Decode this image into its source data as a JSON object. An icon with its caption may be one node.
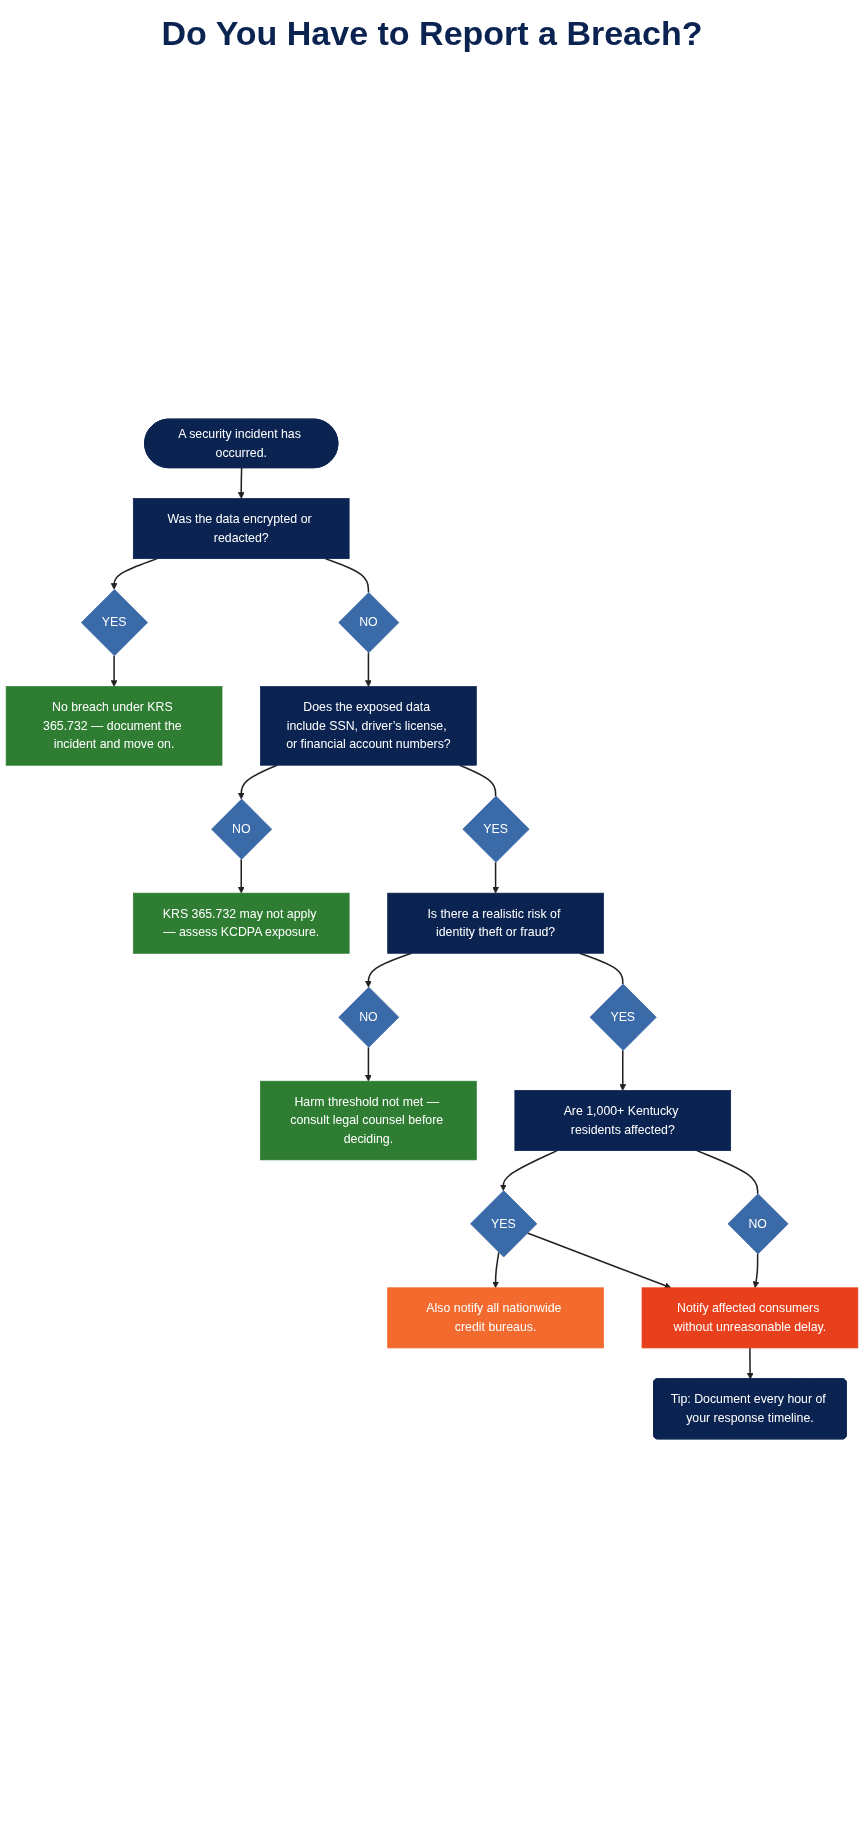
{
  "diagram": {
    "title": "Do You Have to Report a Breach?",
    "nodes": [
      {
        "text": [
          "A security incident has occurred."
        ]
      },
      {
        "text": [
          "Was the data encrypted or redacted?"
        ]
      },
      {
        "text": [
          "YES"
        ]
      },
      {
        "text": [
          "No breach under KRS 365.732 — document the incident and move on."
        ]
      },
      {
        "text": [
          "NO"
        ]
      },
      {
        "text": [
          "Does the exposed data include SSN, driver’s license, or financial account numbers?"
        ]
      },
      {
        "text": [
          "NO"
        ]
      },
      {
        "text": [
          "KRS 365.732 may not apply — assess KCDPA exposure."
        ]
      },
      {
        "text": [
          "YES"
        ]
      },
      {
        "text": [
          "Is there a realistic risk of identity theft or fraud?"
        ]
      },
      {
        "text": [
          "NO"
        ]
      },
      {
        "text": [
          "Harm threshold not met — consult legal counsel before deciding."
        ]
      },
      {
        "text": [
          "YES"
        ]
      },
      {
        "text": [
          "Are 1,000+ Kentucky residents affected?"
        ]
      },
      {
        "text": [
          "YES"
        ]
      },
      {
        "text": [
          "Also notify all nationwide credit bureaus."
        ]
      },
      {
        "text": [
          "NO"
        ]
      },
      {
        "text": [
          "Notify affected consumers without unreasonable delay."
        ]
      },
      {
        "text": [
          "Tip: Document every hour of your response timeline."
        ]
      }
    ],
    "edges": [
      {
        "from": 0,
        "to": 1,
        "arrow": "to"
      },
      {
        "from": 1,
        "to": 2,
        "arrow": "to"
      },
      {
        "from": 2,
        "to": 3,
        "arrow": "to"
      },
      {
        "from": 1,
        "to": 4,
        "arrow": "none"
      },
      {
        "from": 4,
        "to": 5,
        "arrow": "to"
      },
      {
        "from": 5,
        "to": 6,
        "arrow": "to"
      },
      {
        "from": 6,
        "to": 7,
        "arrow": "to"
      },
      {
        "from": 5,
        "to": 8,
        "arrow": "none"
      },
      {
        "from": 8,
        "to": 9,
        "arrow": "to"
      },
      {
        "from": 9,
        "to": 10,
        "arrow": "to"
      },
      {
        "from": 10,
        "to": 11,
        "arrow": "to"
      },
      {
        "from": 9,
        "to": 12,
        "arrow": "none"
      },
      {
        "from": 12,
        "to": 13,
        "arrow": "to"
      },
      {
        "from": 13,
        "to": 14,
        "arrow": "to"
      },
      {
        "from": 14,
        "to": 15,
        "arrow": "to"
      },
      {
        "from": 14,
        "to": 17,
        "arrow": "to"
      },
      {
        "from": 13,
        "to": 16,
        "arrow": "none"
      },
      {
        "from": 16,
        "to": 17,
        "arrow": "to"
      },
      {
        "from": 17,
        "to": 18,
        "arrow": "to"
      }
    ]
  }
}
